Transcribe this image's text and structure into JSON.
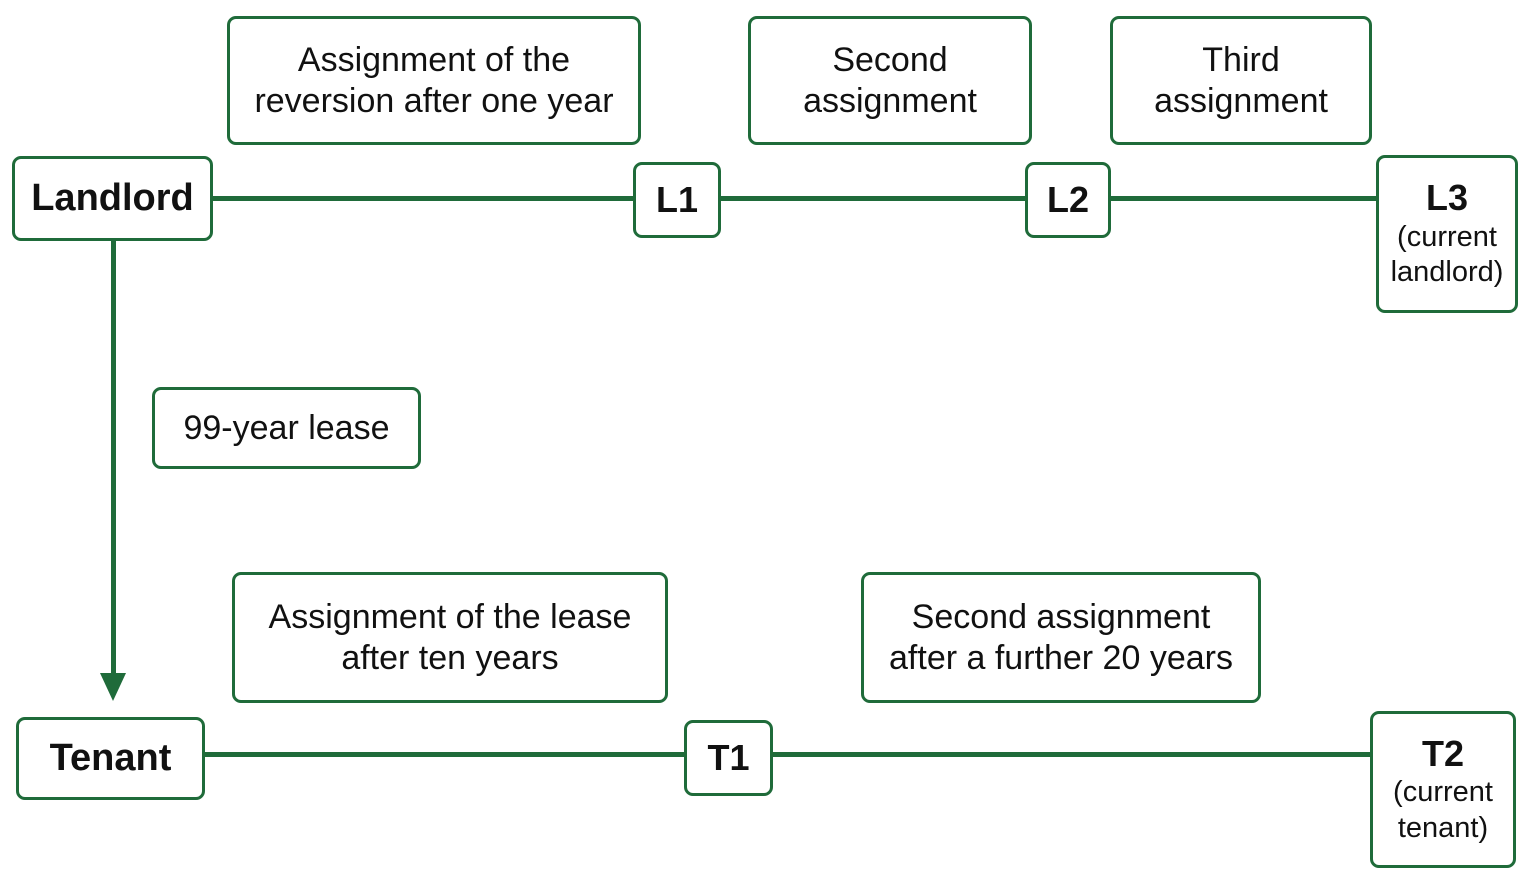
{
  "landlord_chain": {
    "origin": "Landlord",
    "l1": "L1",
    "l2": "L2",
    "l3": {
      "code": "L3",
      "note": "(current\nlandlord)"
    }
  },
  "tenant_chain": {
    "origin": "Tenant",
    "t1": "T1",
    "t2": {
      "code": "T2",
      "note": "(current\ntenant)"
    }
  },
  "labels": {
    "reversion_assignment": "Assignment of the\nreversion after one year",
    "second_assignment_landlord": "Second\nassignment",
    "third_assignment_landlord": "Third\nassignment",
    "lease": "99-year lease",
    "lease_assignment": "Assignment of the lease\nafter ten years",
    "second_assignment_tenant": "Second assignment\nafter a further 20 years"
  },
  "colors": {
    "accent": "#1f6b3a",
    "text": "#111111",
    "background": "#ffffff"
  }
}
